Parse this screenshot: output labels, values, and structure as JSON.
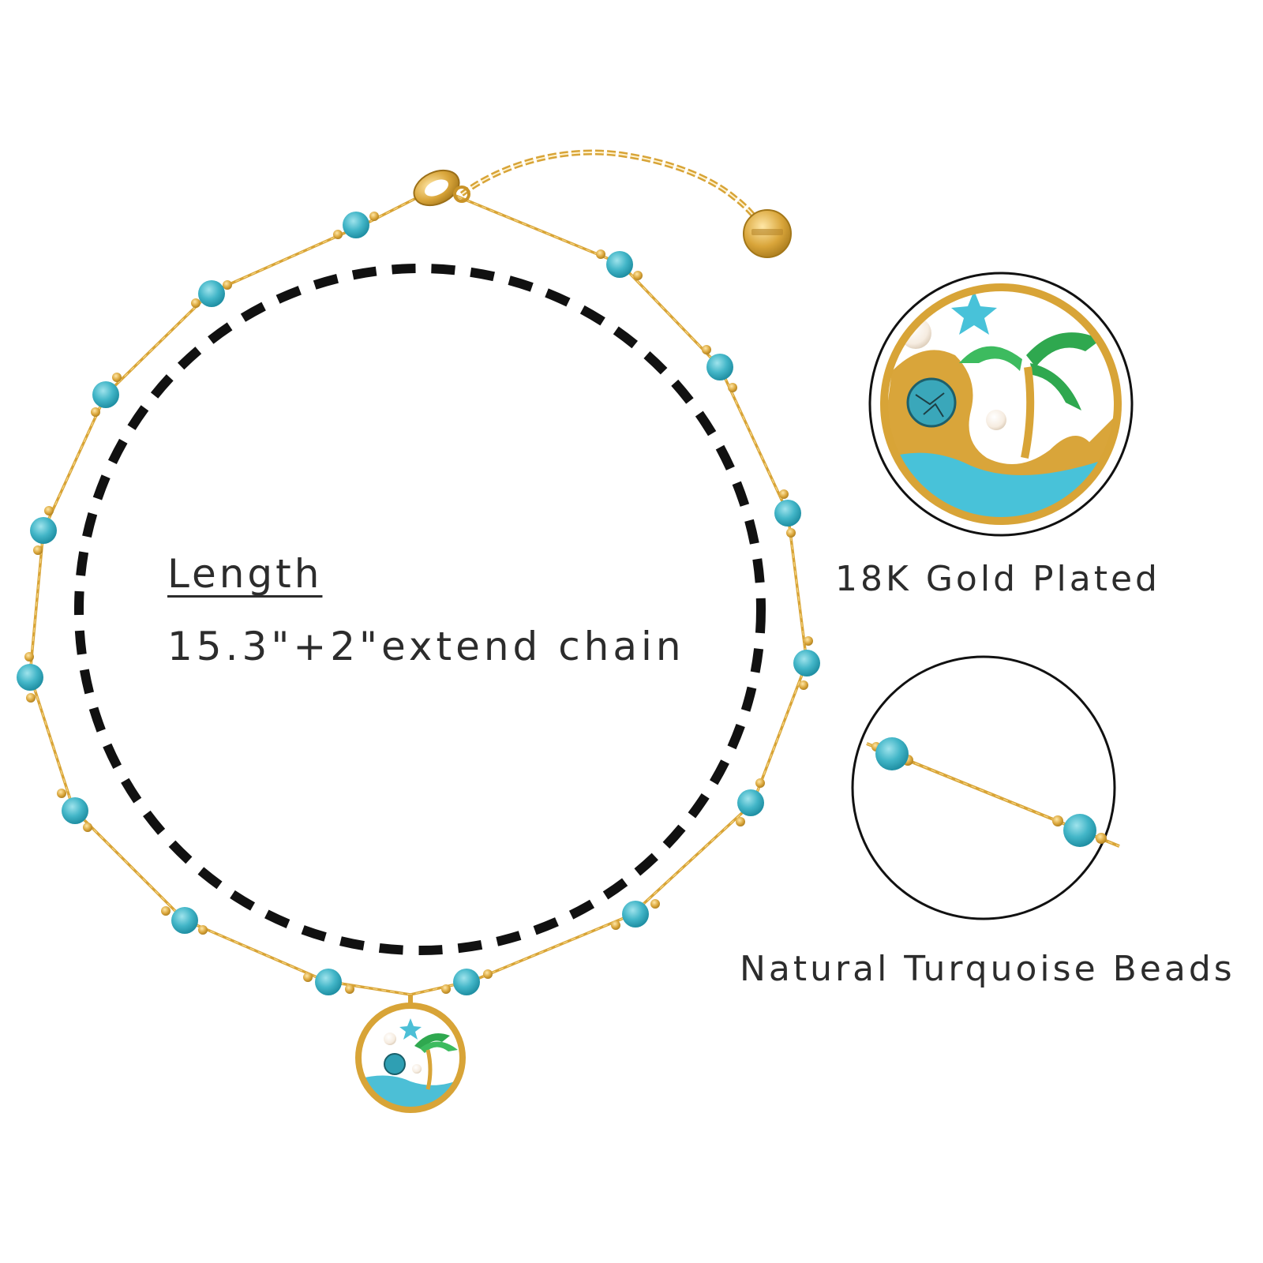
{
  "length": {
    "title": "Length",
    "value": "15.3\"+2\"extend chain"
  },
  "callouts": {
    "plating": "18K Gold Plated",
    "beads": "Natural Turquoise Beads"
  },
  "colors": {
    "gold": "#d8a437",
    "turquoise": "#4bb8c8",
    "dashed_circle": "#111111",
    "text": "#2c2c2c"
  }
}
